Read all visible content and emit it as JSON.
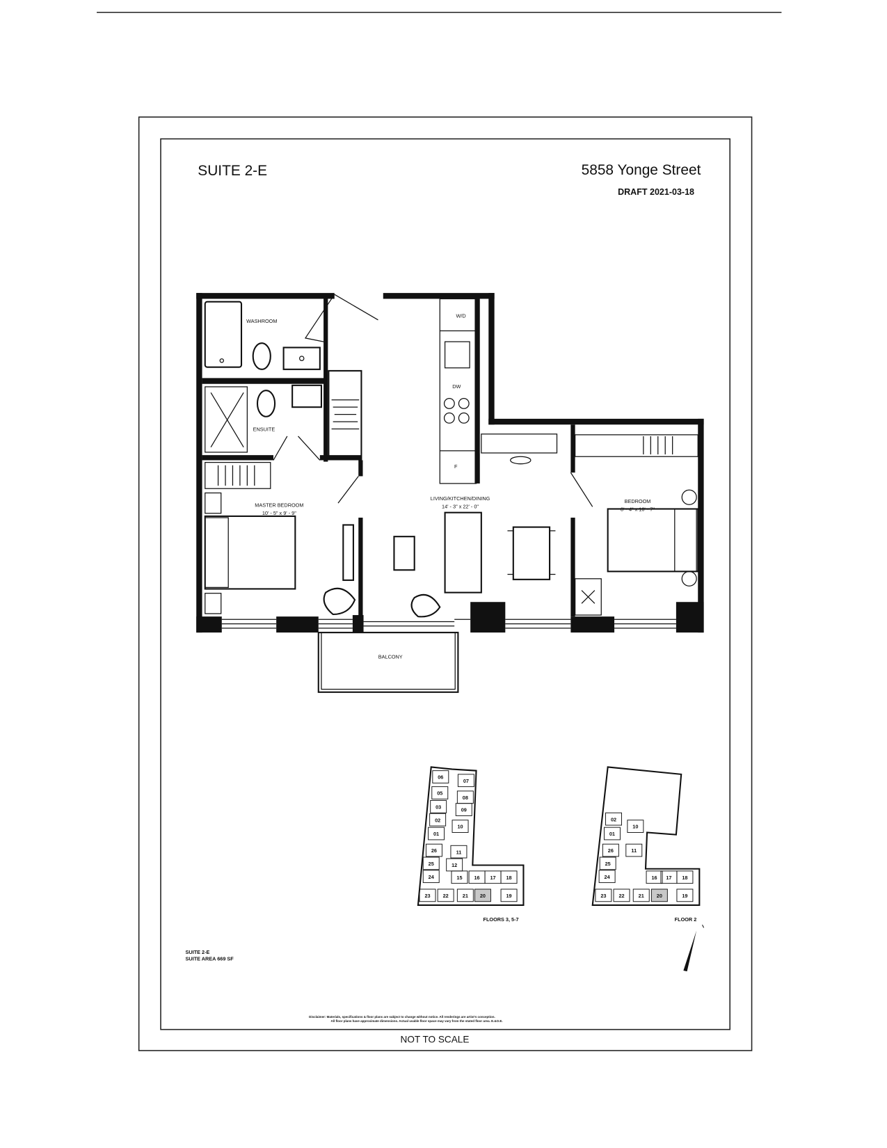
{
  "header": {
    "suite": "SUITE  2-E",
    "address": "5858 Yonge Street",
    "draft": "DRAFT 2021-03-18"
  },
  "rooms": {
    "washroom": "WASHROOM",
    "ensuite": "ENSUITE",
    "wd": "W/D",
    "dw": "DW",
    "fridge": "F",
    "living": "LIVING/KITCHEN/DINING",
    "living_dims": "14' - 3\" x 22' - 0\"",
    "master": "MASTER BEDROOM",
    "master_dims": "10' - 5\" x 9' - 9\"",
    "bedroom": "BEDROOM",
    "bedroom_dims": "8' - 4\" x 10' - 7\"",
    "balcony": "BALCONY"
  },
  "keyplans": [
    {
      "label": "FLOORS 3, 5-7",
      "units": [
        "06",
        "07",
        "05",
        "08",
        "03",
        "09",
        "02",
        "10",
        "01",
        "26",
        "11",
        "25",
        "12",
        "24",
        "15",
        "16",
        "17",
        "18",
        "23",
        "22",
        "21",
        "20",
        "19"
      ],
      "highlighted": "20"
    },
    {
      "label": "FLOOR 2",
      "units": [
        "02",
        "10",
        "01",
        "26",
        "11",
        "25",
        "24",
        "16",
        "17",
        "18",
        "23",
        "22",
        "21",
        "20",
        "19"
      ],
      "highlighted": "20"
    }
  ],
  "suite_info": {
    "line1": "SUITE 2-E",
    "line2": "SUITE AREA 669 SF"
  },
  "disclaimer": {
    "line1": "Disclaimer:  Materials, specifications & floor plans are subject to change without notice. All renderings are artist's conception.",
    "line2": "All floor plans have approximate dimensions. Actual usable floor space may vary from the stated floor area. E.&O.E."
  },
  "footer": "NOT TO SCALE",
  "colors": {
    "ink": "#111111",
    "highlight": "#c8c8c8"
  }
}
